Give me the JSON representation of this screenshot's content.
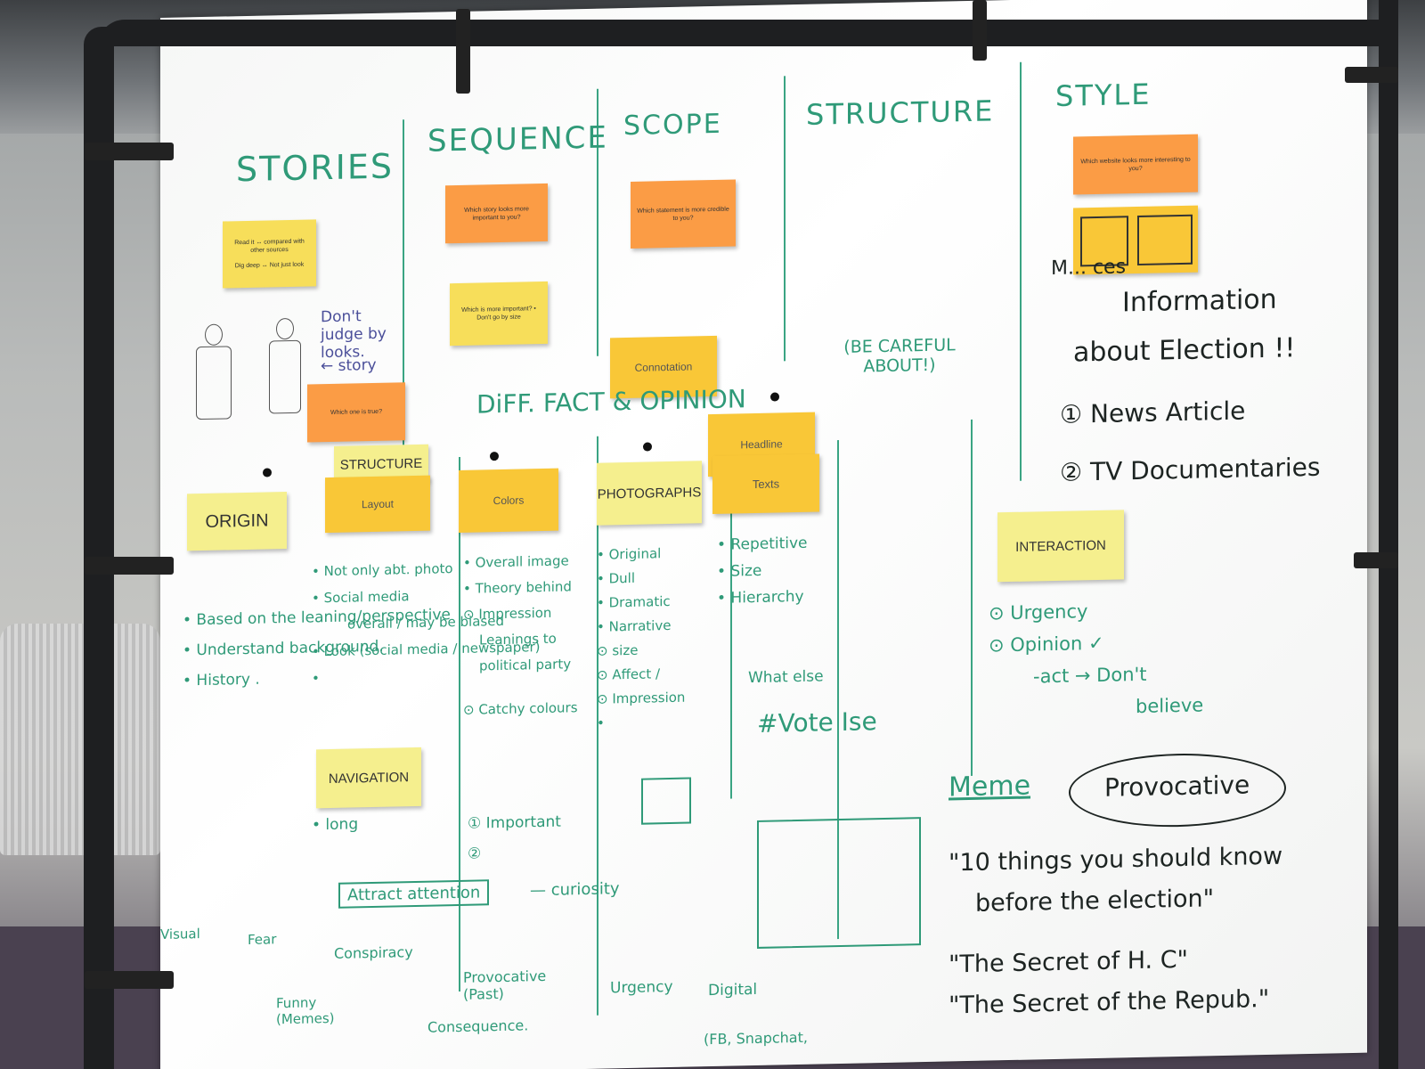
{
  "headings": {
    "stories": "STORIES",
    "sequence": "SEQUENCE",
    "scope": "SCOPE",
    "structure": "STRUCTURE",
    "style": "STYLE"
  },
  "notes": {
    "stories_note_a": "Read it ↔ compared with other sources",
    "stories_note_b": "Dig deep ↔ Not just look",
    "sequence_note_a": "Which story looks more important to you?",
    "sequence_note_b": "Which is more important? • Don't go by size",
    "scope_note": "Which statement is more credible to you?",
    "style_note": "Which website looks more interesting to you?",
    "connotation": "Connotation",
    "headline": "Headline",
    "texts": "Texts",
    "origin": "ORIGIN",
    "structure": "STRUCTURE",
    "layout": "Layout",
    "colors": "Colors",
    "photographs": "PHOTOGRAPHS",
    "navigation": "NAVIGATION",
    "interaction": "INTERACTION",
    "story_card": "Which one is true?"
  },
  "middle": {
    "dont_judge": "Don't judge by looks.",
    "story": "← story",
    "diff": "DiFF. FACT & OPINION",
    "careful": "(BE CAREFUL ABOUT!)"
  },
  "origin_list": [
    "• Based on the leaning/perspective",
    "• Understand background.",
    "• History ."
  ],
  "structure_list": [
    "• Not only abt. photo",
    "• Social media",
    "overall / may be biased",
    "• Look (social media / newspaper)",
    "•"
  ],
  "navigation_list": [
    "• long"
  ],
  "colors_list": [
    "• Overall image",
    "• Theory behind",
    "⊙ Impression",
    "Leanings to political party",
    "⊙ Catchy colours"
  ],
  "photos_list": [
    "• Original",
    "• Dull",
    "• Dramatic",
    "• Narrative",
    "⊙ size",
    "⊙ Affect /",
    "⊙ Impression",
    "•"
  ],
  "texts_list": [
    "• Repetitive",
    "• Size",
    "• Hierarchy"
  ],
  "what_else": "What else",
  "vote": "#Vote Ise",
  "important": [
    "① Important",
    "②"
  ],
  "attract": {
    "box": "Attract attention",
    "curiosity": "— curiosity",
    "branches": [
      "Visual",
      "Fear",
      "Conspiracy",
      "Funny (Memes)",
      "Consequence.",
      "Provocative (Past)",
      "Urgency",
      "Digital",
      "(FB, Snapchat,"
    ]
  },
  "style_text": {
    "mis": "M... ces",
    "info": "Information",
    "about": "about Election !!",
    "news": "① News Article",
    "tv": "② TV Documentaries"
  },
  "interaction_list": [
    "⊙ Urgency",
    "⊙ Opinion ✓",
    "-act → Don't",
    "believe"
  ],
  "meme": {
    "label": "Meme",
    "provocative": "Provocative",
    "quotes": [
      "\"10 things you should know",
      "before the election\"",
      "\"The Secret of H. C\"",
      "\"The Secret of the Repub.\""
    ]
  }
}
